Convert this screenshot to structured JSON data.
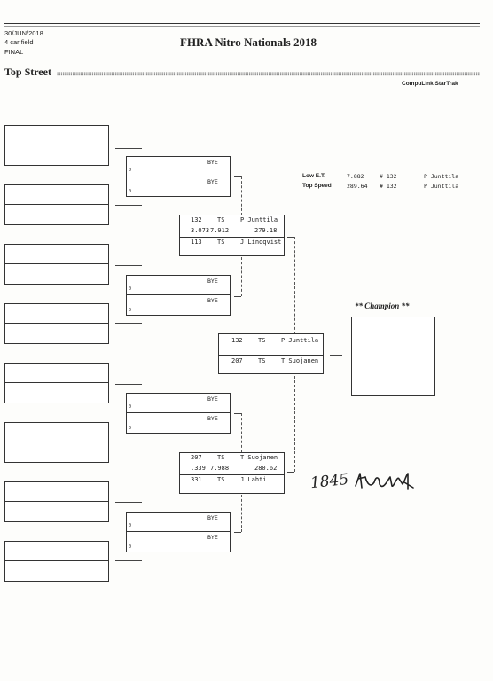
{
  "header": {
    "date": "30/JUN/2018",
    "field": "4 car field",
    "round": "FINAL",
    "title": "FHRA Nitro Nationals 2018",
    "class_name": "Top Street",
    "vendor": "CompuLink StarTrak"
  },
  "round1": {
    "bye_label": "BYE",
    "lane_zero": "0"
  },
  "semi1": {
    "top_car": "132",
    "top_class": "TS",
    "top_driver": "P Junttila",
    "rt": "3.073",
    "et": "7.912",
    "mph": "279.18",
    "bottom_car": "113",
    "bottom_class": "TS",
    "bottom_driver": "J Lindqvist"
  },
  "semi2": {
    "top_car": "207",
    "top_class": "TS",
    "top_driver": "T Suojanen",
    "rt": ".339",
    "et": "7.988",
    "mph": "280.62",
    "bottom_car": "331",
    "bottom_class": "TS",
    "bottom_driver": "J Lahti"
  },
  "final": {
    "top_car": "132",
    "top_class": "TS",
    "top_driver": "P Junttila",
    "bottom_car": "207",
    "bottom_class": "TS",
    "bottom_driver": "T Suojanen"
  },
  "stats": {
    "low_et_label": "Low  E.T.",
    "low_et_value": "7.882",
    "low_et_car": "# 132",
    "low_et_driver": "P Junttila",
    "top_speed_label": "Top Speed",
    "top_speed_value": "289.64",
    "top_speed_car": "# 132",
    "top_speed_driver": "P Junttila"
  },
  "champion": {
    "label": "** Champion **"
  },
  "signature": {
    "time": "1845"
  }
}
